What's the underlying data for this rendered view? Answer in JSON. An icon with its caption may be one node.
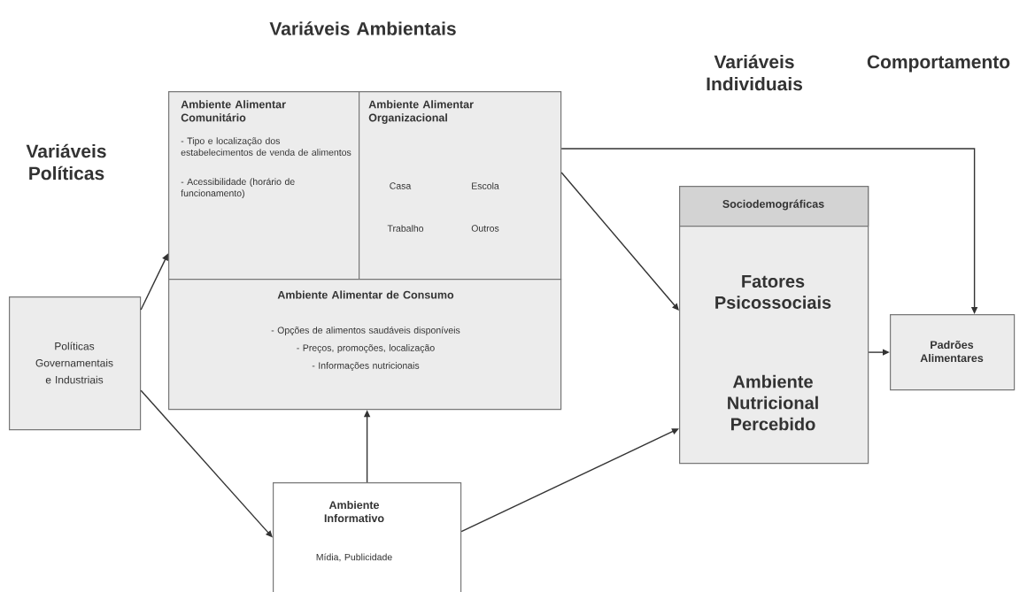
{
  "diagram": {
    "nodes": [
      {
        "text": [
          "Políticas Governamentais e Industriais"
        ]
      },
      {
        "text": [
          "Ambiente Alimentar Comunitário",
          "- Tipo e localização dos estabelecimentos de venda de alimentos",
          "- Acessibilidade (horário de funcionamento)"
        ]
      },
      {
        "text": [
          "Ambiente Alimentar Organizacional",
          "Casa",
          "Escola",
          "Trabalho",
          "Outros"
        ]
      },
      {
        "text": [
          "Ambiente Alimentar de Consumo",
          "- Opções de alimentos saudáveis disponíveis",
          "- Preços, promoções, localização",
          "- Informações nutricionais"
        ]
      },
      {
        "text": [
          "Ambiente Informativo",
          "Mídia, Publicidade"
        ]
      },
      {
        "text": [
          "Fatores Psicossociais",
          "Ambiente Nutricional Percebido"
        ]
      },
      {
        "text": [
          "Sociodemográficas"
        ],
        "in": 5
      },
      {
        "text": [
          "Padrões Alimentares"
        ]
      }
    ],
    "edges": [
      {
        "from": 0,
        "to": 1,
        "arrow": "to"
      },
      {
        "from": 0,
        "to": 4,
        "arrow": "to"
      },
      {
        "from": 4,
        "to": 3,
        "arrow": "to"
      },
      {
        "from": 4,
        "to": 5,
        "arrow": "to"
      },
      {
        "from": 2,
        "to": 5,
        "arrow": "to"
      },
      {
        "from": 2,
        "to": 7,
        "arrow": "to"
      },
      {
        "from": 5,
        "to": 7,
        "arrow": "to"
      }
    ],
    "labels": [
      "Variáveis Ambientais",
      "Comportamento",
      "Variáveis Individuais",
      "Variáveis Políticas"
    ]
  }
}
